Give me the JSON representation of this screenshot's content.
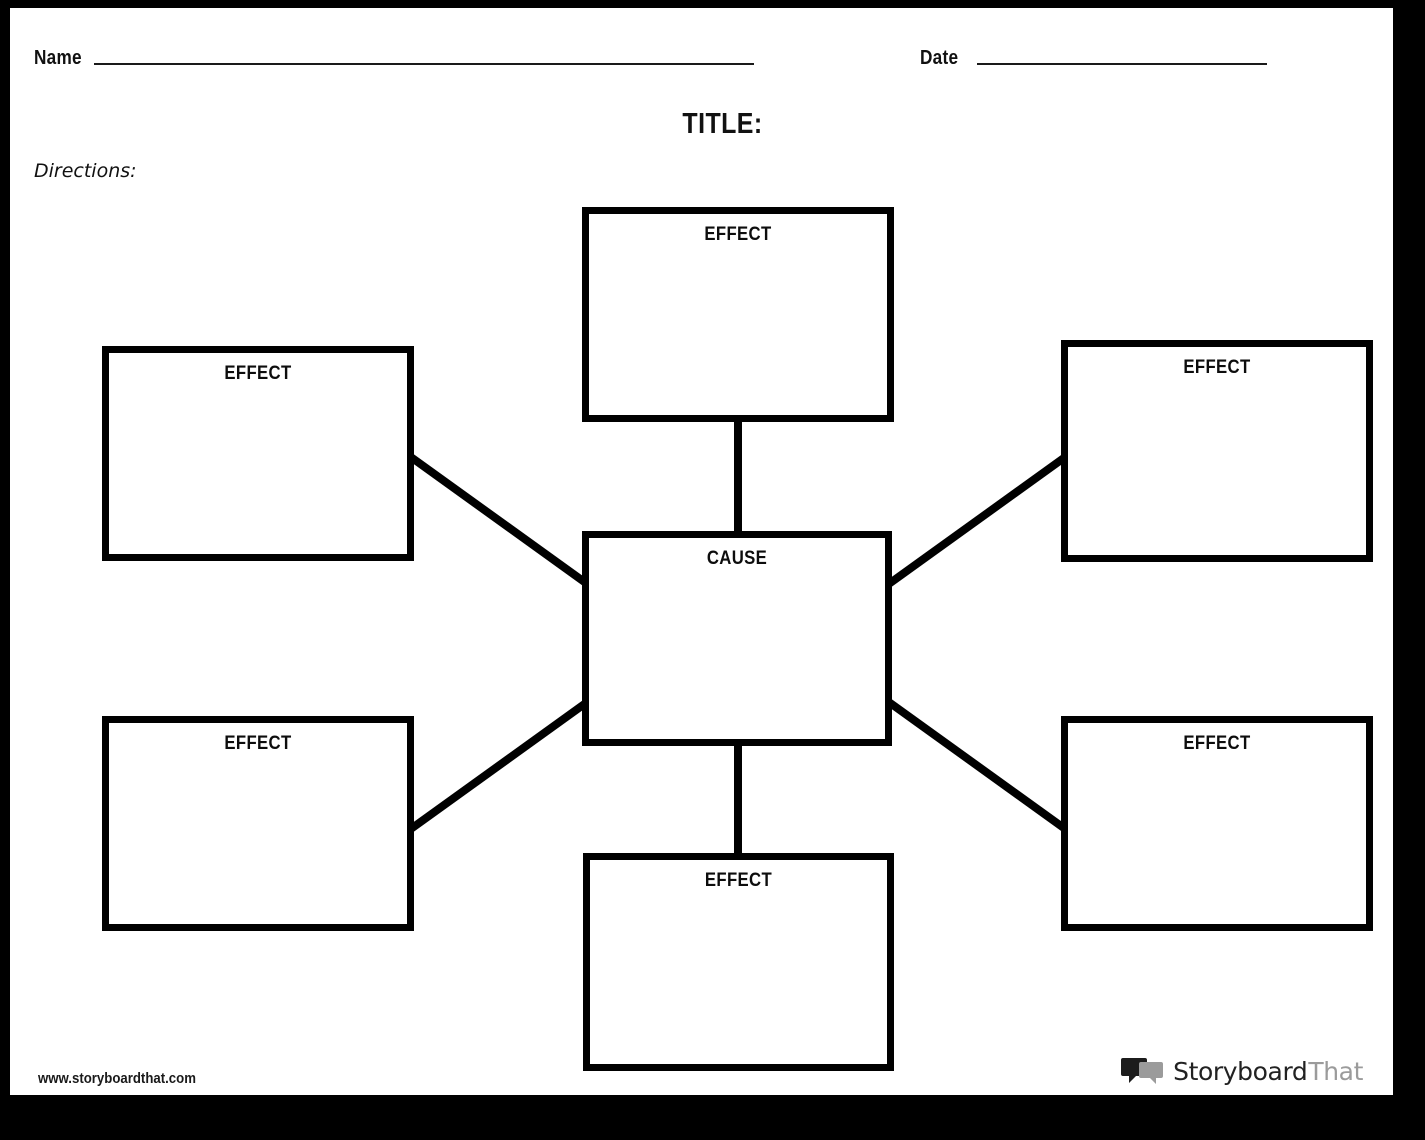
{
  "header": {
    "name_label": "Name",
    "date_label": "Date",
    "title": "TITLE:",
    "directions_label": "Directions:"
  },
  "diagram": {
    "type": "cause-and-effect-web",
    "center": {
      "label": "CAUSE",
      "position": "center"
    },
    "nodes": [
      {
        "label": "EFFECT",
        "position": "top"
      },
      {
        "label": "EFFECT",
        "position": "left-top"
      },
      {
        "label": "EFFECT",
        "position": "right-top"
      },
      {
        "label": "EFFECT",
        "position": "left-bottom"
      },
      {
        "label": "EFFECT",
        "position": "right-bottom"
      },
      {
        "label": "EFFECT",
        "position": "bottom"
      }
    ],
    "connector_count": 6
  },
  "footer": {
    "url": "www.storyboardthat.com",
    "brand_primary": "Storyboard",
    "brand_secondary": "That"
  },
  "colors": {
    "frame": "#000000",
    "page": "#ffffff",
    "ink": "#000000",
    "brand_gray": "#9b9b9b"
  }
}
